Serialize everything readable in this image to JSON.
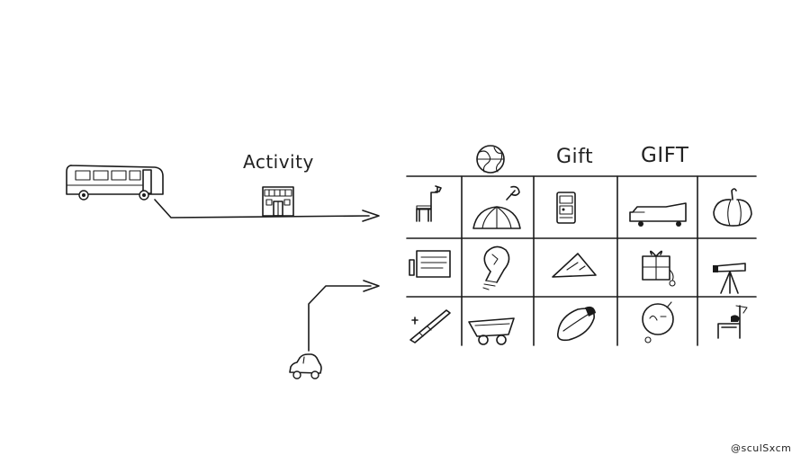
{
  "labels": {
    "activity": "Activity",
    "gift": "Gift",
    "gift_caps": "GIFT",
    "credit": "@sculSxcm"
  },
  "icons": {
    "header": [
      "globe-icon"
    ],
    "transport": [
      "bus-icon",
      "storefront-icon",
      "car-icon"
    ],
    "grid": [
      [
        "llama-icon",
        "dome-tent-icon",
        "gift-card-icon",
        "conveyor-cart-icon",
        "pumpkin-icon"
      ],
      [
        "notepad-icon",
        "light-bulb-icon",
        "triangle-sign-icon",
        "gift-box-icon",
        "telescope-icon"
      ],
      [
        "pen-icon",
        "wheelbarrow-icon",
        "cocoa-bean-icon",
        "ornament-icon",
        "chair-icon"
      ]
    ]
  },
  "colors": {
    "ink": "#1a1a1a",
    "background": "#ffffff"
  }
}
